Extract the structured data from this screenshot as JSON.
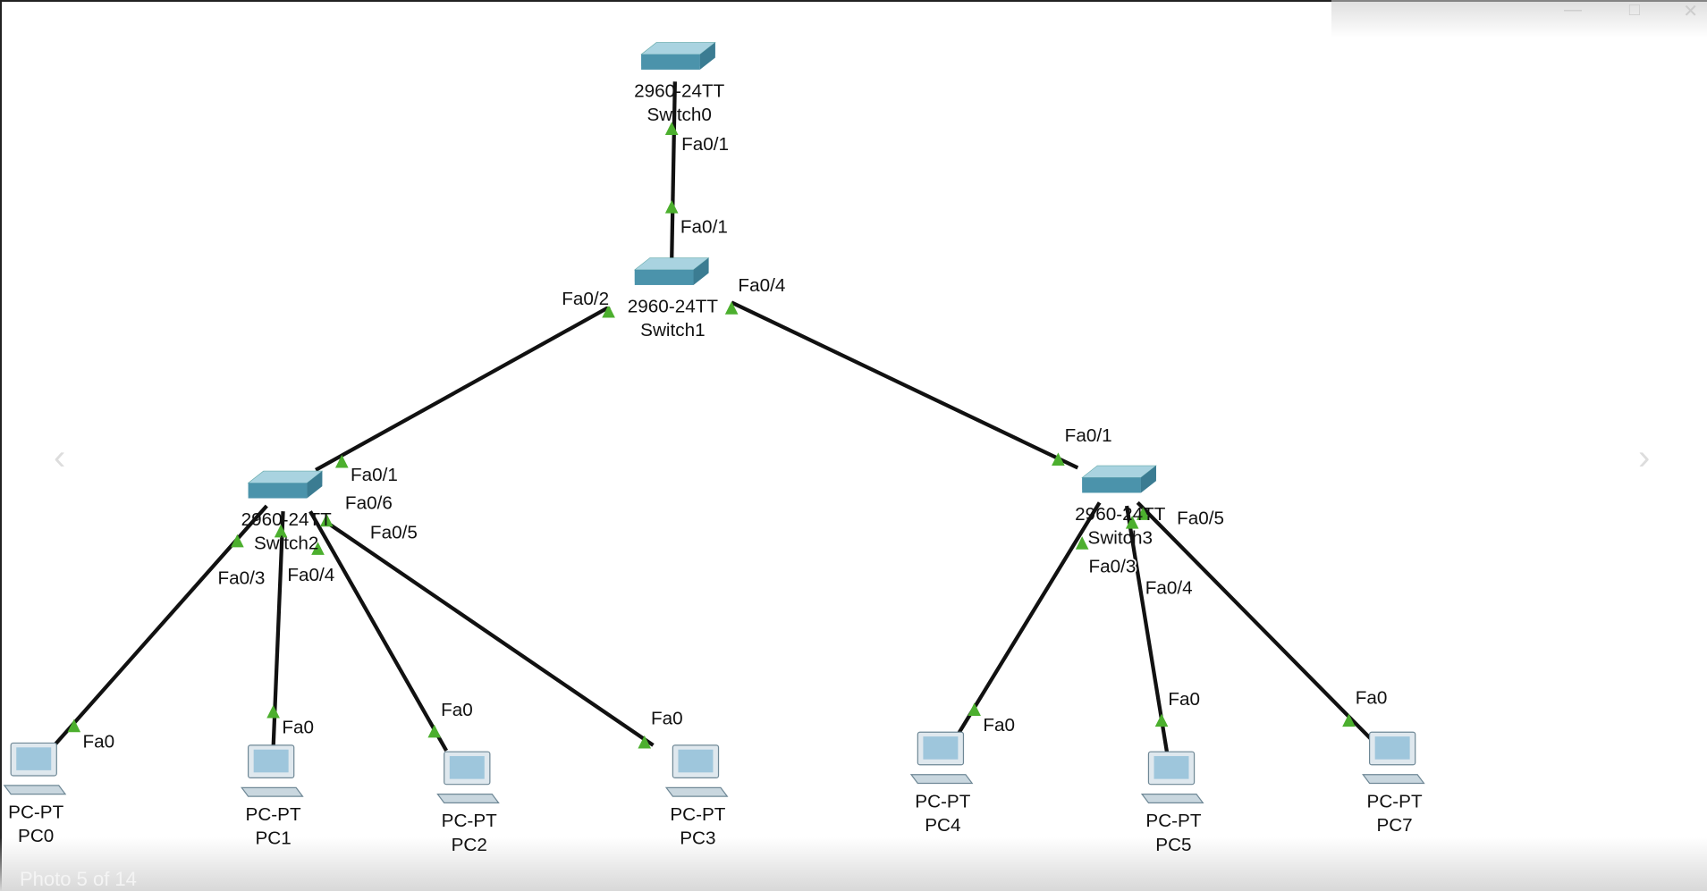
{
  "window": {
    "controls": [
      "minimize-icon",
      "restore-icon",
      "close-icon"
    ]
  },
  "viewer": {
    "caption": "Photo 5 of 14",
    "prev_icon": "chevron-left-icon",
    "next_icon": "chevron-right-icon"
  },
  "colors": {
    "link": "#111111",
    "port_up": "#4caf2e",
    "switch": "#4b93ab"
  },
  "nodes": [
    {
      "model": "2960-24TT",
      "name": "Switch0",
      "type": "switch"
    },
    {
      "model": "2960-24TT",
      "name": "Switch1",
      "type": "switch"
    },
    {
      "model": "2960-24TT",
      "name": "Switch2",
      "type": "switch"
    },
    {
      "model": "2960-24TT",
      "name": "Switch3",
      "type": "switch"
    },
    {
      "model": "PC-PT",
      "name": "PC0",
      "type": "pc"
    },
    {
      "model": "PC-PT",
      "name": "PC1",
      "type": "pc"
    },
    {
      "model": "PC-PT",
      "name": "PC2",
      "type": "pc"
    },
    {
      "model": "PC-PT",
      "name": "PC3",
      "type": "pc"
    },
    {
      "model": "PC-PT",
      "name": "PC4",
      "type": "pc"
    },
    {
      "model": "PC-PT",
      "name": "PC5",
      "type": "pc"
    },
    {
      "model": "PC-PT",
      "name": "PC7",
      "type": "pc"
    }
  ],
  "links": [
    {
      "from": "Switch0",
      "from_port": "Fa0/1",
      "to": "Switch1",
      "to_port": "Fa0/1"
    },
    {
      "from": "Switch1",
      "from_port": "Fa0/2",
      "to": "Switch2",
      "to_port": "Fa0/1"
    },
    {
      "from": "Switch1",
      "from_port": "Fa0/4",
      "to": "Switch3",
      "to_port": "Fa0/1"
    },
    {
      "from": "Switch2",
      "from_port": "Fa0/3",
      "to": "PC0",
      "to_port": "Fa0"
    },
    {
      "from": "Switch2",
      "from_port": "Fa0/4",
      "to": "PC1",
      "to_port": "Fa0"
    },
    {
      "from": "Switch2",
      "from_port": "Fa0/5",
      "to": "PC2",
      "to_port": "Fa0"
    },
    {
      "from": "Switch2",
      "from_port": "Fa0/6",
      "to": "PC3",
      "to_port": "Fa0"
    },
    {
      "from": "Switch3",
      "from_port": "Fa0/3",
      "to": "PC4",
      "to_port": "Fa0"
    },
    {
      "from": "Switch3",
      "from_port": "Fa0/4",
      "to": "PC5",
      "to_port": "Fa0"
    },
    {
      "from": "Switch3",
      "from_port": "Fa0/5",
      "to": "PC7",
      "to_port": "Fa0"
    }
  ]
}
